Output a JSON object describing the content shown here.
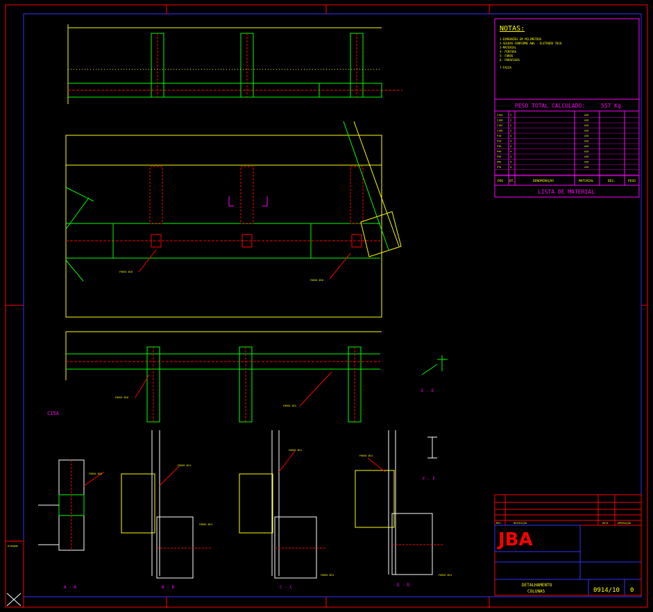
{
  "notes": {
    "title": "NOTAS:",
    "lines": [
      "1-DIMENSÕES EM MILIMETROS",
      "2-SOLDAS CONFORME AWS - ELETRODO 7018",
      "3-MATERIAL",
      "4- PINTURA",
      "5- FUROS",
      "6- PARAFUSOS",
      "7-FAIXA"
    ]
  },
  "weight": {
    "label": "PESO TOTAL CALCULADO:",
    "value": "557 Kg"
  },
  "material_list": {
    "rows": [
      {
        "pos": "C16A",
        "qty": "2",
        "desc": "",
        "mat": "A36"
      },
      {
        "pos": "C16B",
        "qty": "2",
        "desc": "",
        "mat": "A36"
      },
      {
        "pos": "C16C",
        "qty": "2",
        "desc": "",
        "mat": "A36"
      },
      {
        "pos": "C16D",
        "qty": "2",
        "desc": "",
        "mat": "A36"
      },
      {
        "pos": "P16",
        "qty": "4",
        "desc": "",
        "mat": "A36"
      },
      {
        "pos": "P26",
        "qty": "4",
        "desc": "",
        "mat": "A36"
      },
      {
        "pos": "P36",
        "qty": "4",
        "desc": "",
        "mat": "A36"
      },
      {
        "pos": "P46",
        "qty": "4",
        "desc": "",
        "mat": "A36"
      },
      {
        "pos": "P56",
        "qty": "4",
        "desc": "",
        "mat": "A36"
      },
      {
        "pos": "P66",
        "qty": "4",
        "desc": "",
        "mat": "A36"
      },
      {
        "pos": "P76",
        "qty": "4",
        "desc": "",
        "mat": "A36"
      },
      {
        "pos": "",
        "qty": "",
        "desc": "",
        "mat": ""
      }
    ],
    "headers": {
      "pos": "POS",
      "qty": "QT.",
      "desc": "DENOMINAÇÃO",
      "mat": "MATERIAL",
      "des": "DES.",
      "peso": "PESO"
    },
    "title": "LISTA DE MATERIAL"
  },
  "title_block": {
    "logo": "JBA",
    "title_line1": "DETALHAMENTO",
    "title_line2": "COLUNAS",
    "drawing_number": "0914/10",
    "revision": "0",
    "rev_header": "REV.",
    "desc_header": "DESCRIÇÃO",
    "date_header": "DATA",
    "approval_header": "APROVAÇÃO"
  },
  "sections": {
    "aa": "A  -  A",
    "bb": "B  -  B",
    "cc": "C  -  C",
    "dd": "D  -  D",
    "ee": "E  -  E",
    "ff": "F  -  F",
    "part_tag": "C15A"
  },
  "holes": {
    "f18": "FUROS  Ø18",
    "f21": "FUROS  Ø21",
    "f14": "FUROS  Ø14"
  },
  "left_stamp": "Aldagam"
}
